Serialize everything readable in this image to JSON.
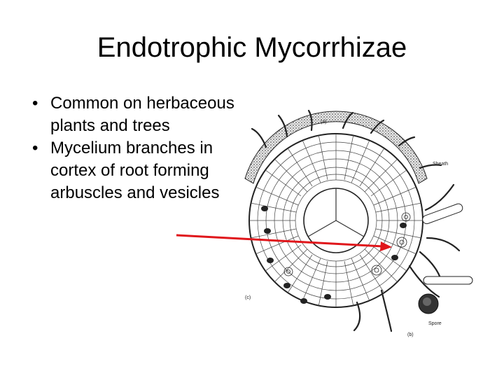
{
  "slide": {
    "title": "Endotrophic Mycorrhizae",
    "bullets": [
      {
        "marker": "•",
        "text": "Common on herbaceous plants and trees"
      },
      {
        "marker": "•",
        "text": "Mycelium branches in cortex of root forming arbuscles and vesicles"
      }
    ]
  },
  "diagram": {
    "labels": {
      "a": "(a)",
      "sheath": "Sheath",
      "c": "(c)",
      "spore": "Spore",
      "b": "(b)"
    },
    "arrow_color": "#e0161b"
  }
}
